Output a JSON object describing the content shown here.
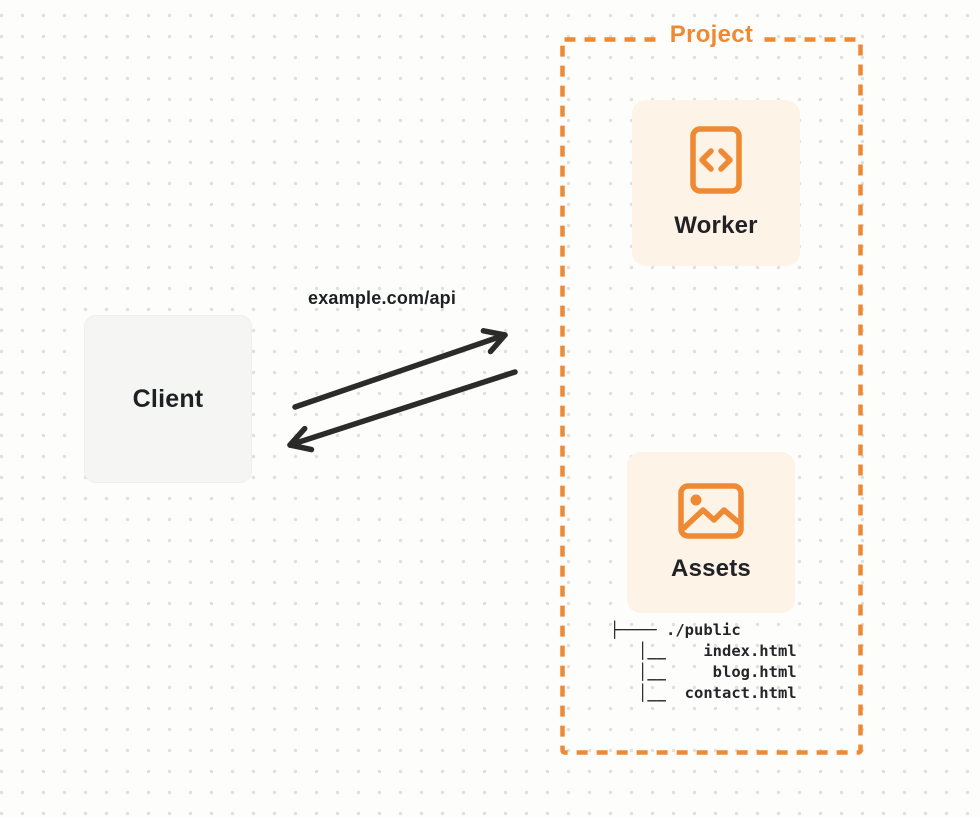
{
  "colors": {
    "orange": "#ED8A33",
    "card_bg": "#FDF3E7",
    "client_bg": "#F5F5F4",
    "arrow": "#2B2B2B",
    "text": "#1F2023",
    "background": "#FDFDFC"
  },
  "client": {
    "label": "Client"
  },
  "request_arrow": {
    "label": "example.com/api",
    "direction": "client-to-project"
  },
  "response_arrow": {
    "direction": "project-to-client"
  },
  "project": {
    "label": "Project",
    "worker": {
      "label": "Worker",
      "icon": "code-file-icon"
    },
    "assets": {
      "label": "Assets",
      "icon": "image-icon"
    },
    "file_tree": [
      "├──── ./public",
      "   │__    index.html",
      "   │__     blog.html",
      "   │__  contact.html"
    ]
  }
}
